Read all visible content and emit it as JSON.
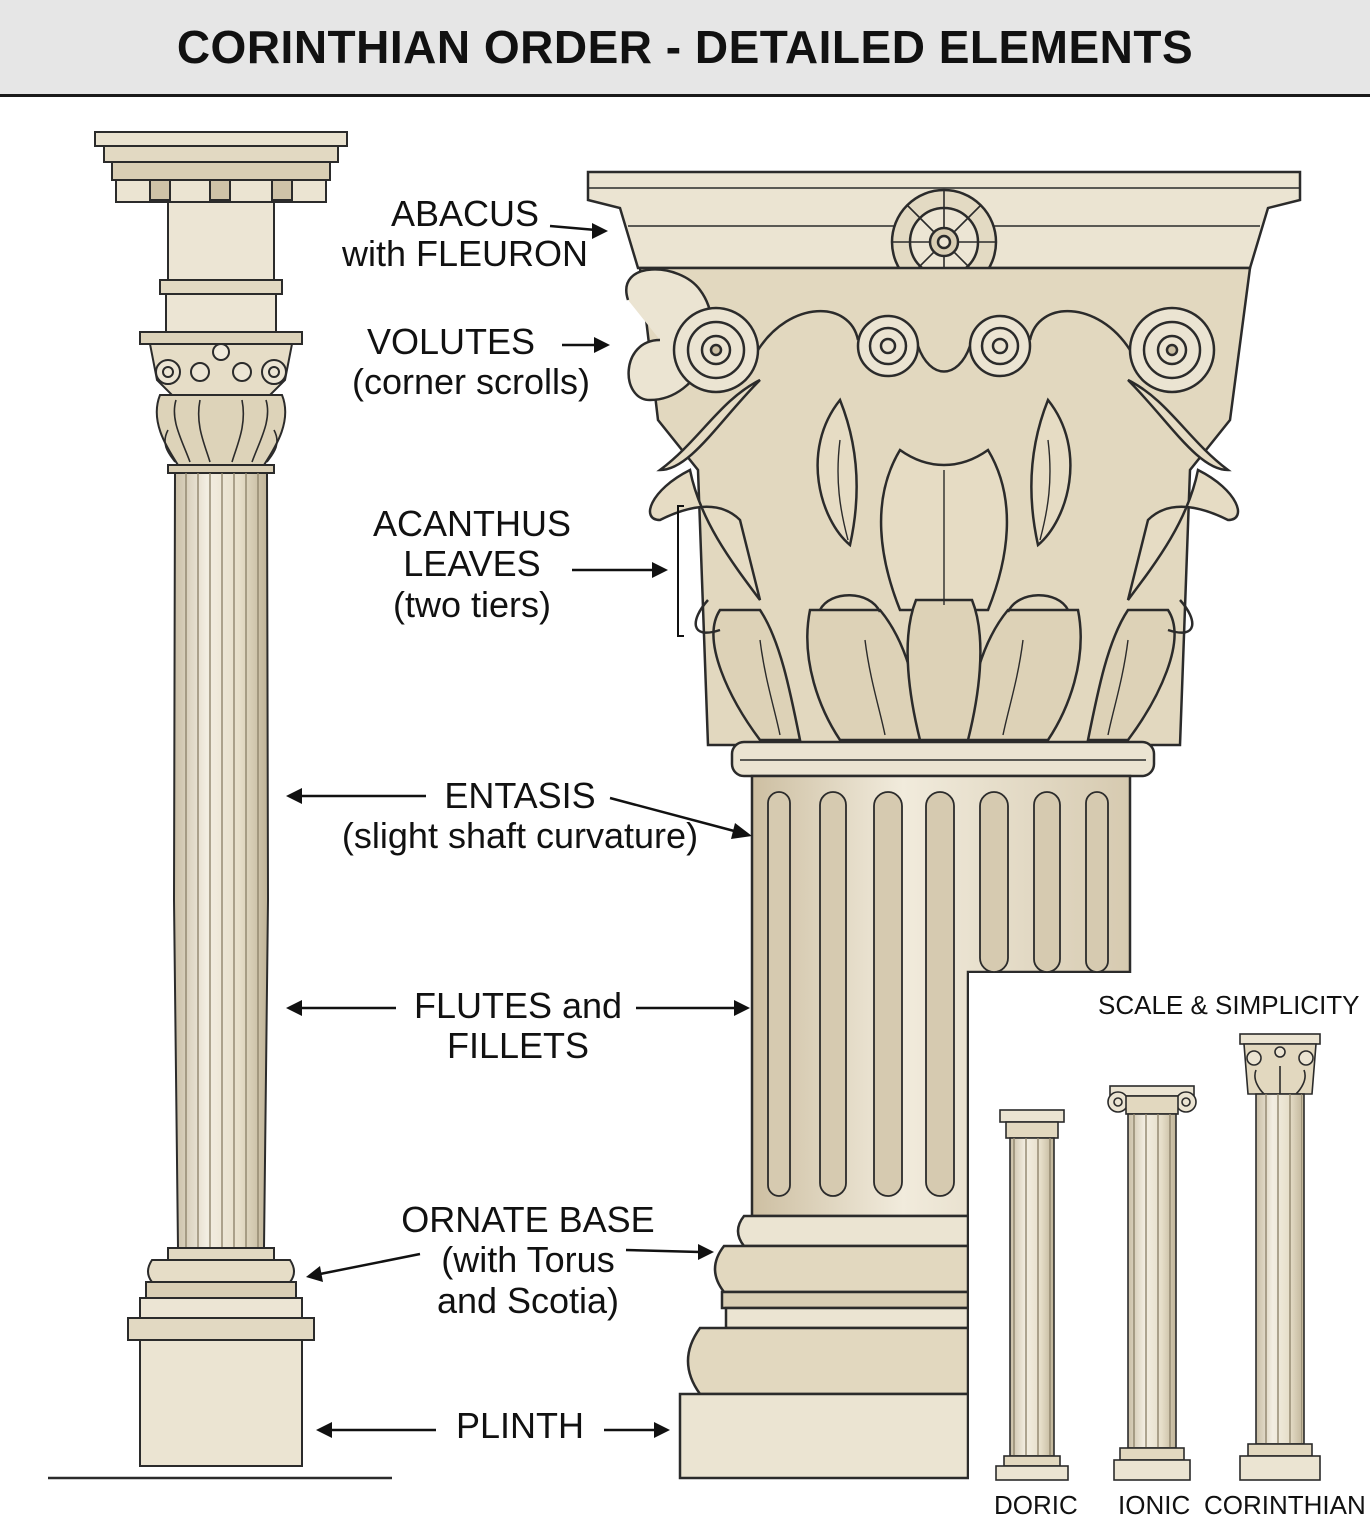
{
  "title": "CORINTHIAN ORDER - DETAILED ELEMENTS",
  "labels": {
    "abacus": {
      "line1": "ABACUS",
      "line2": "with FLEURON"
    },
    "volutes": {
      "line1": "VOLUTES",
      "line2": "(corner scrolls)"
    },
    "acanthus": {
      "line1": "ACANTHUS",
      "line2": "LEAVES",
      "line3": "(two tiers)"
    },
    "entasis": {
      "line1": "ENTASIS",
      "line2": "(slight shaft curvature)"
    },
    "flutes": {
      "line1": "FLUTES and",
      "line2": "FILLETS"
    },
    "base": {
      "line1": "ORNATE BASE",
      "line2": "(with Torus",
      "line3": "and Scotia)"
    },
    "plinth": {
      "line1": "PLINTH"
    }
  },
  "inset": {
    "title": "SCALE & SIMPLICITY",
    "columns": [
      "DORIC",
      "IONIC",
      "CORINTHIAN"
    ]
  },
  "colors": {
    "stone": "#ece5d4",
    "stone_shadow": "#cbbfa4",
    "stone_dark": "#9f927a",
    "outline": "#2b2b2b"
  }
}
